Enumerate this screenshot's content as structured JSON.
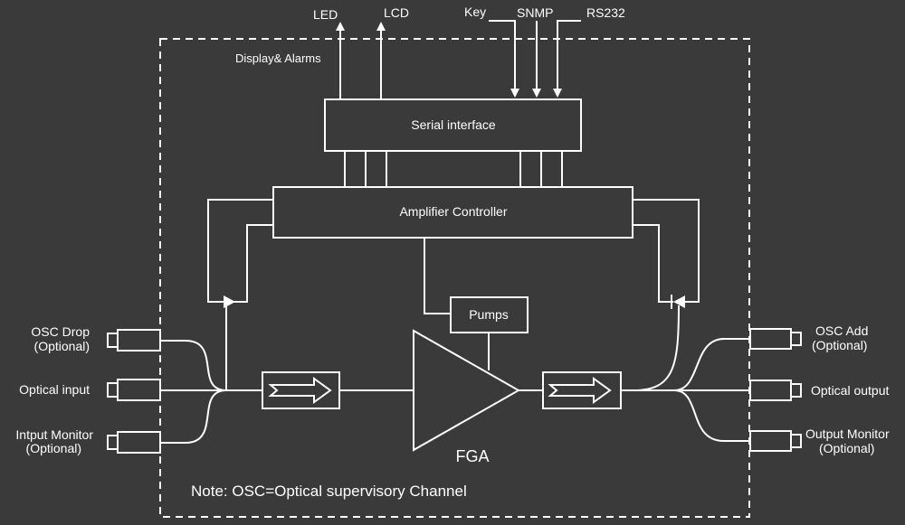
{
  "colors": {
    "background": "#3a3a3a",
    "line": "#ffffff"
  },
  "top_signals": {
    "led": "LED",
    "lcd": "LCD",
    "key": "Key",
    "snmp": "SNMP",
    "rs232": "RS232"
  },
  "display_alarms": "Display& Alarms",
  "blocks": {
    "serial_interface": "Serial interface",
    "amplifier_controller": "Amplifier Controller",
    "pumps": "Pumps",
    "amplifier": "FGA"
  },
  "ports": {
    "osc_drop": {
      "name": "OSC Drop",
      "note": "(Optional)"
    },
    "optical_input": {
      "name": "Optical input"
    },
    "input_monitor": {
      "name": "Intput Monitor",
      "note": "(Optional)"
    },
    "osc_add": {
      "name": "OSC Add",
      "note": "(Optional)"
    },
    "optical_output": {
      "name": "Optical output"
    },
    "output_monitor": {
      "name": "Output Monitor",
      "note": "(Optional)"
    }
  },
  "note": "Note: OSC=Optical supervisory Channel"
}
